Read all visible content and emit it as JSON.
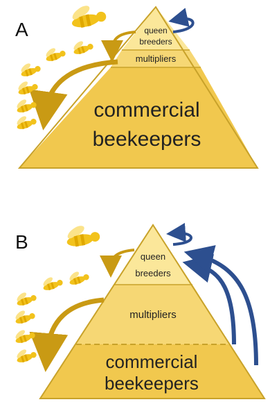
{
  "colors": {
    "pyramid_light": "#fbe79a",
    "pyramid_mid": "#f6d774",
    "pyramid_base": "#f1c84e",
    "outline": "#c8a22a",
    "gold_arrow": "#c99a14",
    "blue_arrow": "#2d4f8f",
    "bee_body": "#f2c21c",
    "bee_stripe": "#e0a800"
  },
  "panels": [
    {
      "letter": "A",
      "tiers": {
        "queen_line1": "queen",
        "queen_line2": "breeders",
        "multipliers": "multipliers",
        "commercial_line1": "commercial",
        "commercial_line2": "beekeepers"
      }
    },
    {
      "letter": "B",
      "tiers": {
        "queen_line1": "queen",
        "queen_line2": "breeders",
        "multipliers": "multipliers",
        "commercial_line1": "commercial",
        "commercial_line2": "beekeepers"
      }
    }
  ],
  "icons": [
    "bee-icon",
    "curved-arrow-icon"
  ]
}
